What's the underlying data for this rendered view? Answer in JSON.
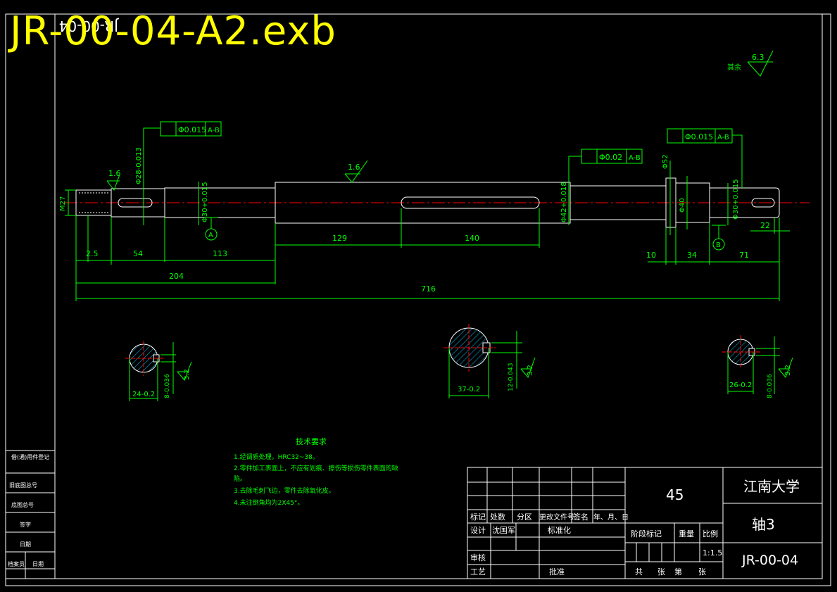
{
  "file_banner": "JR-00-04-A2.exb",
  "colors": {
    "background": "#000000",
    "outline": "#ffffff",
    "dimension": "#00ff00",
    "centerline": "#ff0000",
    "banner": "#ffff00",
    "hatch": "#00c8ff"
  },
  "drawing": {
    "rotated_code": "JR-00-04",
    "roughness_other": {
      "label": "其余",
      "value": "6.3"
    },
    "roughness_marks": [
      "1.6",
      "1.6"
    ],
    "tolerance_frames": [
      {
        "value": "Φ0.015",
        "datum": "A-B"
      },
      {
        "value": "Φ0.02",
        "datum": "A-B"
      },
      {
        "value": "Φ0.015",
        "datum": "A-B"
      }
    ],
    "datums": [
      "A",
      "B"
    ],
    "vertical_dims": [
      "M27",
      "Φ28-0.013",
      "Φ30+0.015",
      "Φ42+0.018",
      "Φ52",
      "Φ40",
      "Φ30+0.015"
    ],
    "horizontal_dims": [
      "2.5",
      "54",
      "113",
      "204",
      "129",
      "140",
      "716",
      "10",
      "34",
      "71",
      "22"
    ],
    "sections": [
      {
        "width": "24-0.2",
        "depth": "8-0.036",
        "roughness": "3.2"
      },
      {
        "width": "37-0.2",
        "depth": "12-0.043",
        "roughness": "3.2"
      },
      {
        "width": "26-0.2",
        "depth": "8-0.036",
        "roughness": "3.2"
      }
    ],
    "tech_notes": {
      "title": "技术要求",
      "lines": [
        "1.经调质处理，HRC32~38。",
        "2.零件加工表面上，不应有划痕、擦伤等损伤零件表面的缺",
        "陷。",
        "3.去除毛刺飞边，零件去除氧化皮。",
        "4.未注倒角均为2X45°。"
      ]
    }
  },
  "left_strip": [
    "借(通)用件登记",
    "旧底图总号",
    "底图总号",
    "签字",
    "日期",
    "档案员",
    "日期"
  ],
  "title_block": {
    "material": "45",
    "company": "江南大学",
    "part_name": "轴3",
    "drawing_no": "JR-00-04",
    "scale": "1:1.5",
    "headers": [
      "标记",
      "处数",
      "分区",
      "更改文件号",
      "签名",
      "年、月、日"
    ],
    "design_label": "设计",
    "designer": "沈国军",
    "standardize_label": "标准化",
    "review_label": "审核",
    "process_label": "工艺",
    "approve_label": "批准",
    "stage_label": "阶段标记",
    "weight_label": "重量",
    "scale_label": "比例",
    "total_label": "共",
    "sheets_label": "张",
    "sheet_label": "第",
    "sheet_suffix": "张"
  }
}
